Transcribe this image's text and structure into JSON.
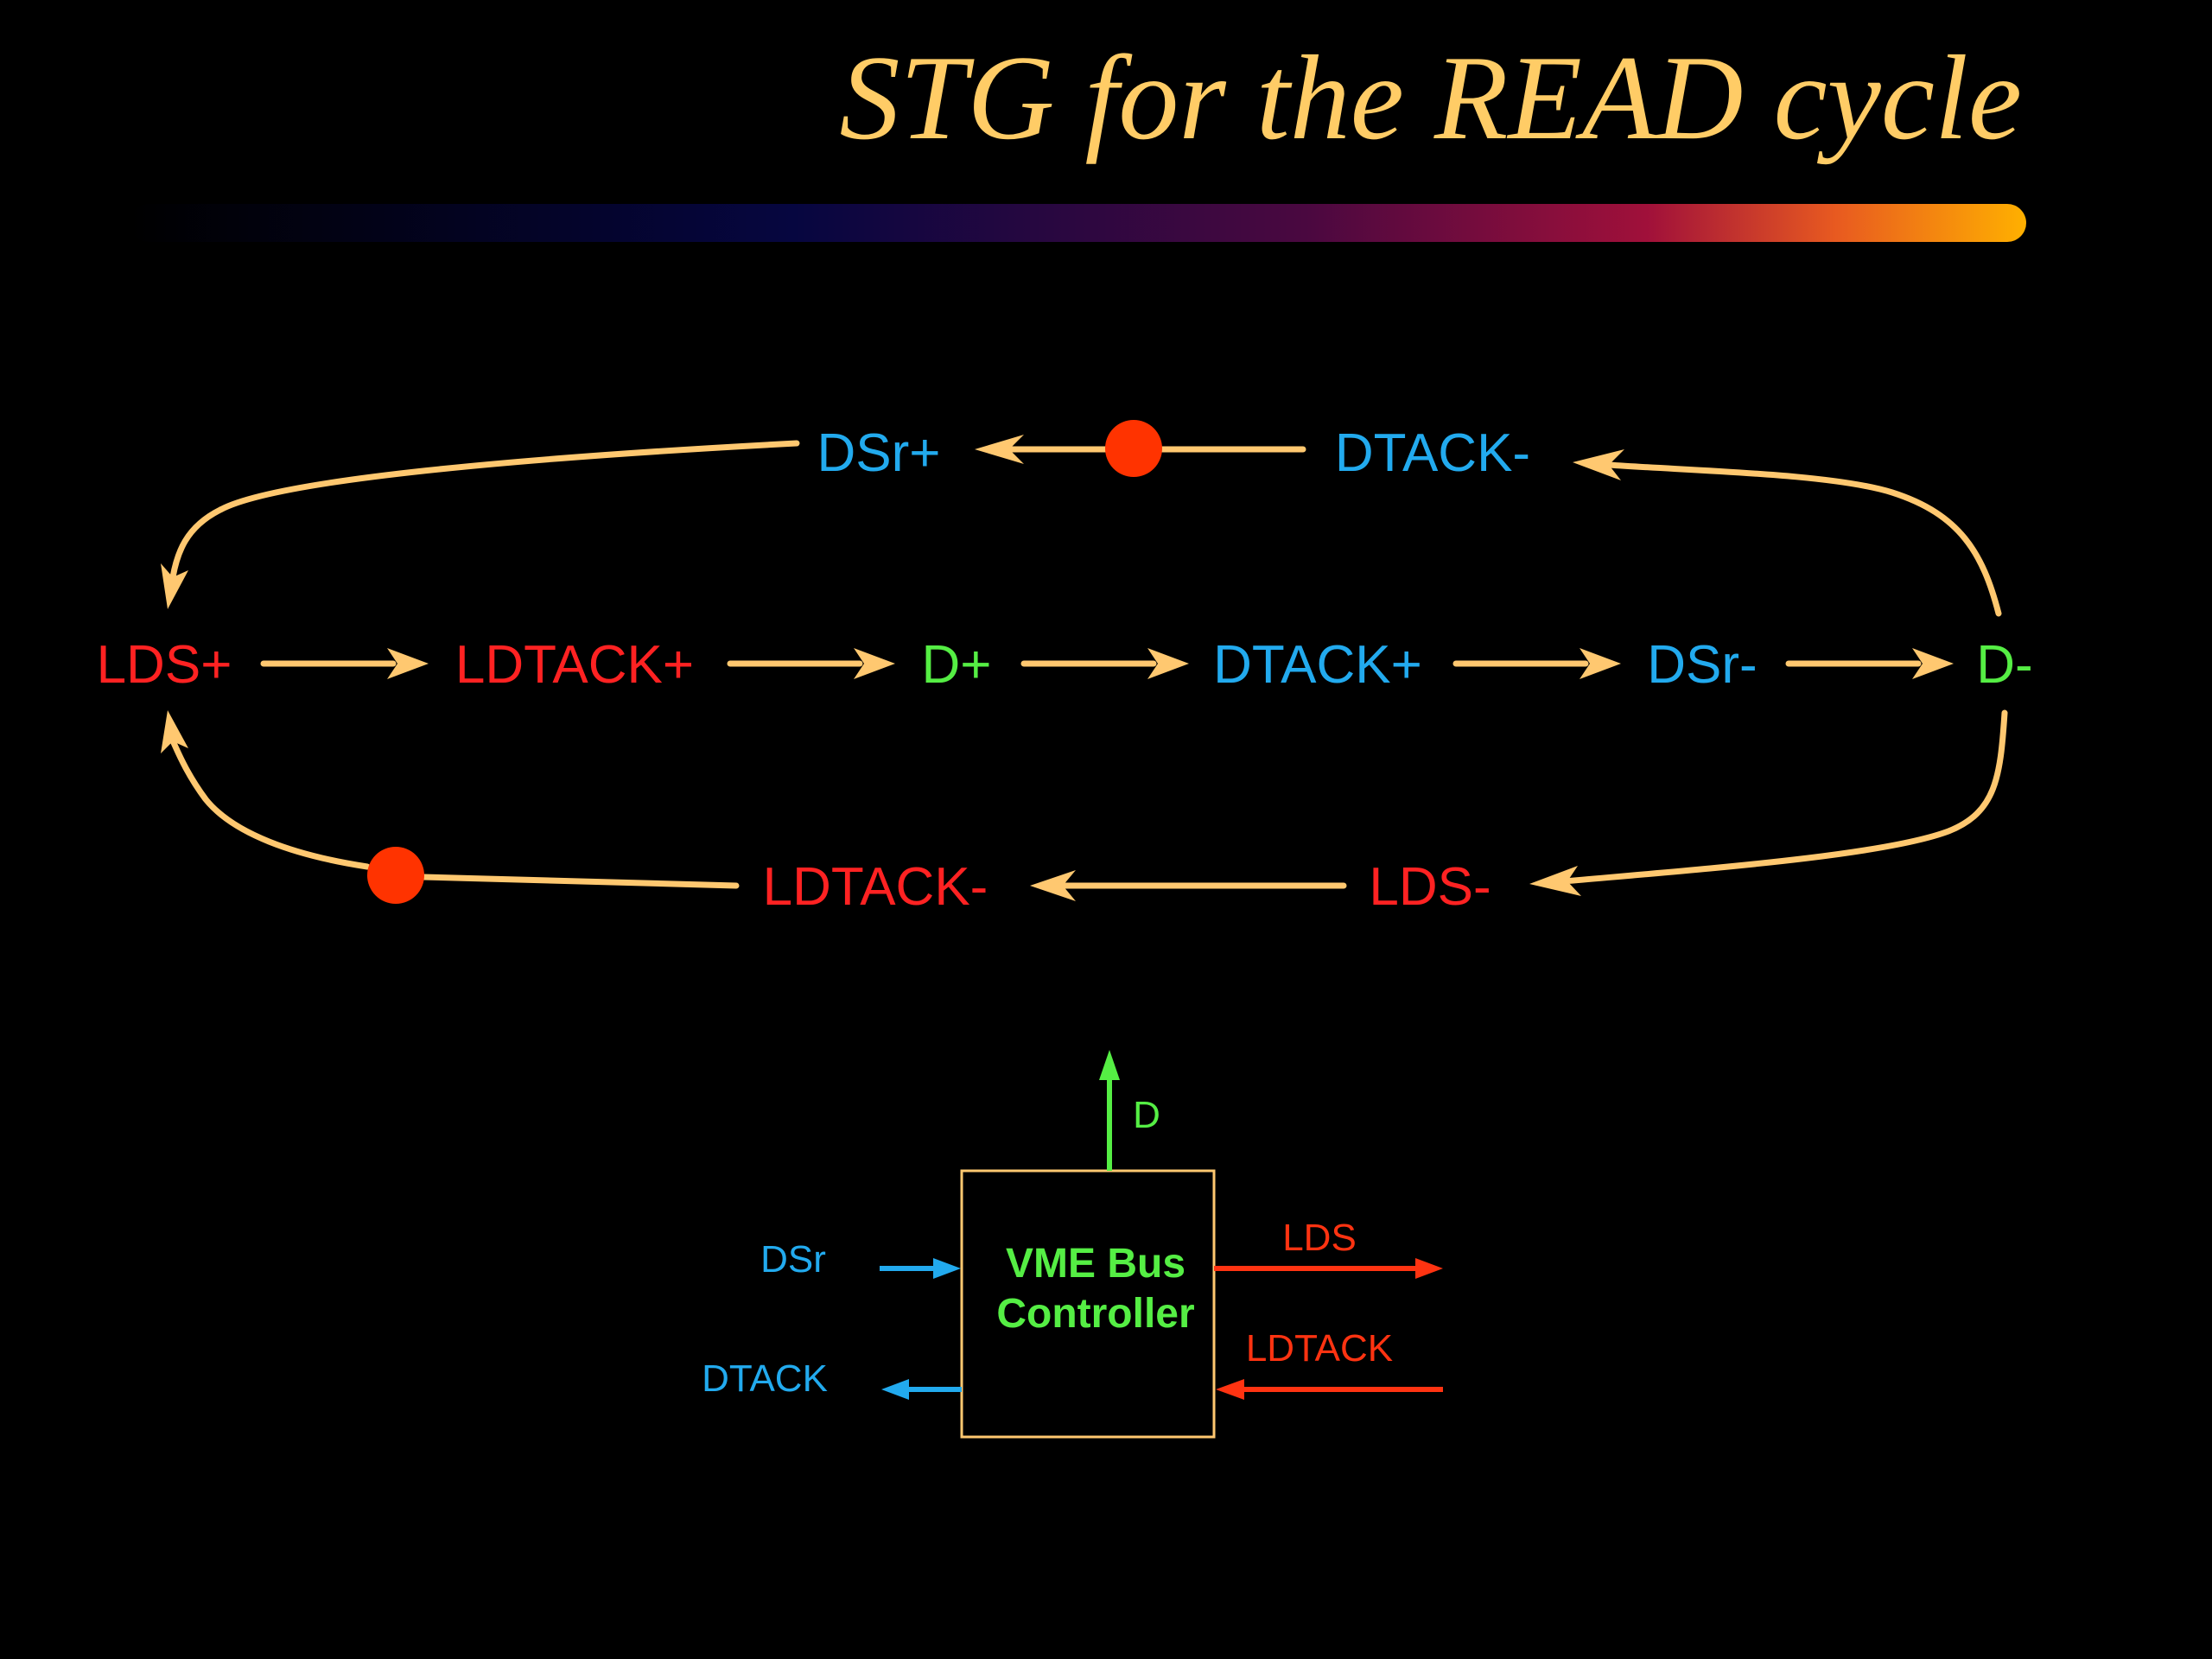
{
  "slide": {
    "title": "STG for the READ cycle"
  },
  "colors": {
    "background": "#000000",
    "title": "#FFCC66",
    "arc": "#FFC870",
    "token": "#FF3300",
    "lds_signal": "#FF2222",
    "ldtack_signal": "#FF2222",
    "d_signal": "#55EE44",
    "dsr_signal": "#22AAEE",
    "dtack_signal": "#22AAEE",
    "block_border": "#FFC870",
    "block_text": "#55EE44",
    "wire_red": "#FF3311",
    "wire_blue": "#22AAEE",
    "wire_green": "#55EE44"
  },
  "stg": {
    "transitions": {
      "lds_plus": "LDS+",
      "ldtack_plus": "LDTACK+",
      "d_plus": "D+",
      "dtack_plus": "DTACK+",
      "dsr_minus": "DSr-",
      "d_minus": "D-",
      "dsr_plus": "DSr+",
      "dtack_minus": "DTACK-",
      "lds_minus": "LDS-",
      "ldtack_minus": "LDTACK-"
    },
    "tokens": [
      {
        "between": [
          "DTACK-",
          "DSr+"
        ]
      },
      {
        "between": [
          "LDTACK-",
          "LDS+"
        ]
      }
    ]
  },
  "block": {
    "name_line1": "VME Bus",
    "name_line2": "Controller",
    "ports": {
      "d": "D",
      "dsr": "DSr",
      "dtack": "DTACK",
      "lds": "LDS",
      "ldtack": "LDTACK"
    }
  }
}
